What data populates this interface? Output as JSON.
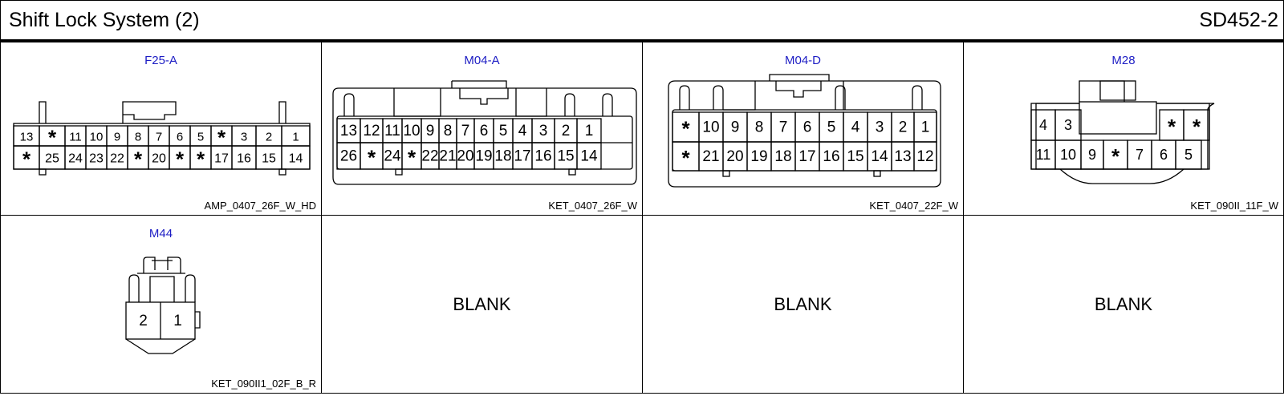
{
  "header": {
    "title": "Shift Lock System (2)",
    "code": "SD452-2"
  },
  "connectors": [
    {
      "name": "F25-A",
      "part": "AMP_0407_26F_W_HD",
      "rows": [
        [
          "13",
          "*",
          "11",
          "10",
          "9",
          "8",
          "7",
          "6",
          "5",
          "*",
          "3",
          "2",
          "1"
        ],
        [
          "*",
          "25",
          "24",
          "23",
          "22",
          "*",
          "20",
          "*",
          "*",
          "17",
          "16",
          "15",
          "14"
        ]
      ]
    },
    {
      "name": "M04-A",
      "part": "KET_0407_26F_W",
      "rows": [
        [
          "13",
          "12",
          "11",
          "10",
          "9",
          "8",
          "7",
          "6",
          "5",
          "4",
          "3",
          "2",
          "1"
        ],
        [
          "26",
          "*",
          "24",
          "*",
          "22",
          "21",
          "20",
          "19",
          "18",
          "17",
          "16",
          "15",
          "14"
        ]
      ]
    },
    {
      "name": "M04-D",
      "part": "KET_0407_22F_W",
      "rows": [
        [
          "*",
          "10",
          "9",
          "8",
          "7",
          "6",
          "5",
          "4",
          "3",
          "2",
          "1"
        ],
        [
          "*",
          "21",
          "20",
          "19",
          "18",
          "17",
          "16",
          "15",
          "14",
          "13",
          "12"
        ]
      ]
    },
    {
      "name": "M28",
      "part": "KET_090II_11F_W",
      "rows": [
        [
          "4",
          "3",
          "*",
          "*"
        ],
        [
          "11",
          "10",
          "9",
          "*",
          "7",
          "6",
          "5"
        ]
      ]
    },
    {
      "name": "M44",
      "part": "KET_090II1_02F_B_R",
      "rows": [
        [
          "2",
          "1"
        ]
      ]
    }
  ],
  "blanks": [
    "BLANK",
    "BLANK",
    "BLANK"
  ]
}
